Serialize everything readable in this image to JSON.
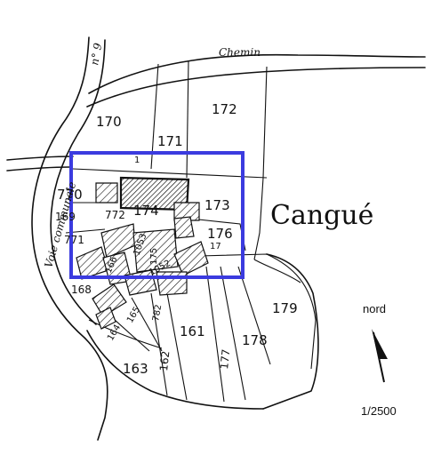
{
  "place_name": "Cangué",
  "roads": {
    "chemin": "Chemin",
    "chemin_number": "n° 9",
    "voie": "Voie communale"
  },
  "north_label": "nord",
  "scale": "1/2500",
  "highlight_color": "#3b3bdf",
  "parcels": {
    "p170": "170",
    "p172": "172",
    "p171": "171",
    "p173": "173",
    "p174": "174",
    "p176": "176",
    "p179": "179",
    "p161": "161",
    "p178": "178",
    "p163": "163",
    "p770": "770",
    "p169": "169",
    "p771": "771",
    "p772": "772",
    "p168": "168",
    "p177": "177",
    "p162": "162",
    "p782": "782",
    "p165": "165",
    "p164": "164",
    "p166": "166",
    "p1053": "1053",
    "p1052": "1052",
    "p175": "175",
    "p17x": "17",
    "p1x": "1"
  }
}
